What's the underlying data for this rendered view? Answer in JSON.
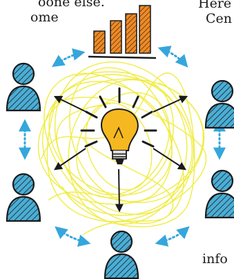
{
  "text_fragments": {
    "top_left_line1": "oone else.",
    "top_left_line2": "ome",
    "top_right_line1": "Here",
    "top_right_line2": "Cen",
    "bottom_right": "info"
  },
  "illustration": {
    "icons": [
      "bar-chart-icon",
      "lightbulb-icon",
      "person-icon",
      "arrow-icon",
      "dotted-arrow-icon",
      "scribble-background"
    ],
    "colors": {
      "scribble": "#f0ec3a",
      "bulb": "#f5b820",
      "bars": "#f08a24",
      "person_fill": "#4aaed6",
      "dotted_arrow": "#35a6dc",
      "ink": "#1a1a1a"
    }
  }
}
